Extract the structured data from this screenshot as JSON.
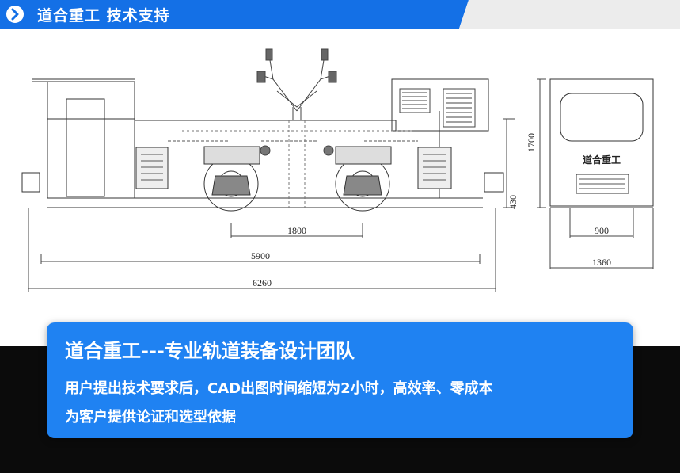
{
  "header": {
    "title": "道合重工 技术支持",
    "colors": {
      "accent": "#1470e6",
      "secondary": "#ececec"
    },
    "icon": "chevron-right-circle-icon"
  },
  "drawing": {
    "dimensions": {
      "wheelbase": "1800",
      "frame_length": "5900",
      "overall_length": "6260",
      "height": "1700",
      "axle_height": "430",
      "gauge": "900",
      "width": "1360"
    },
    "end_view_label": "道合重工"
  },
  "card": {
    "heading": "道合重工---专业轨道装备设计团队",
    "line1": "用户提出技术要求后，CAD出图时间缩短为2小时，高效率、零成本",
    "line2": "为客户提供论证和选型依据",
    "colors": {
      "card": "#1f82f2",
      "band": "#0b0b0b"
    }
  }
}
